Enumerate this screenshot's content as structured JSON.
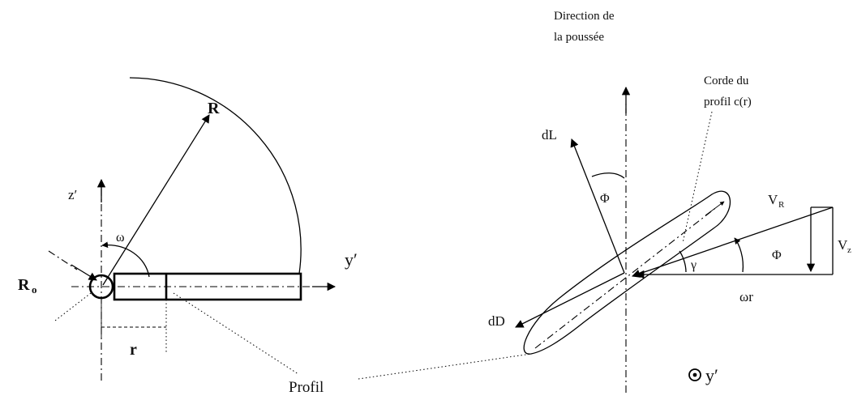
{
  "left": {
    "label_R": "R",
    "label_z": "z′",
    "label_y": "y′",
    "label_omega": "ω",
    "label_R0": "R",
    "label_R0_sub": "o",
    "label_r": "r"
  },
  "common": {
    "label_profil": "Profil"
  },
  "right": {
    "label_direction_line1": "Direction de",
    "label_direction_line2": "la poussée",
    "label_corde_line1": "Corde du",
    "label_corde_line2": "profil c(r)",
    "label_dL": "dL",
    "label_dD": "dD",
    "label_phi_top": "Φ",
    "label_phi_right": "Φ",
    "label_gamma": "γ",
    "label_VR": "V",
    "label_VR_sub": "R",
    "label_V": "V",
    "label_V_sub": "z",
    "label_omega_r": "ωr",
    "label_y_out": "y′"
  }
}
